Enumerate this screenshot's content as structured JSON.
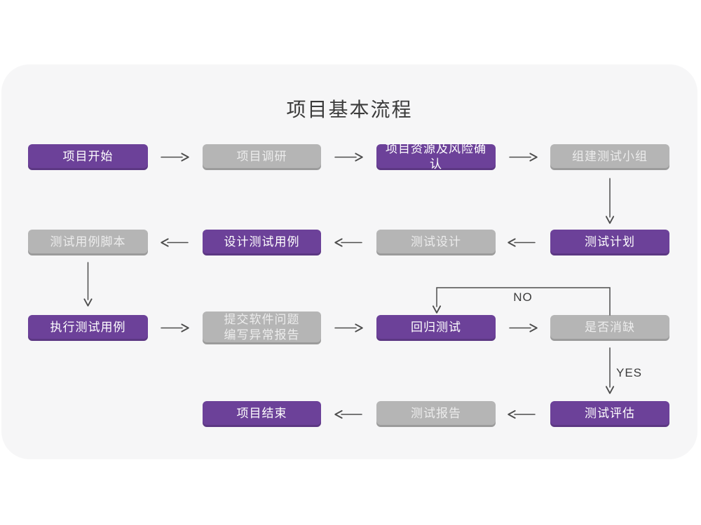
{
  "title": "项目基本流程",
  "edge_labels": {
    "no": "NO",
    "yes": "YES"
  },
  "colors": {
    "page_bg": "#FFFFFF",
    "card_bg": "#F6F6F7",
    "purple": "#6C4199",
    "gray": "#B5B5B5",
    "purple_text": "#FFFFFF",
    "gray_text": "#ECECEC",
    "arrow": "#4D4D4D",
    "title_text": "#3B3B3B"
  },
  "nodes": [
    {
      "id": "project-start",
      "label": "项目开始",
      "variant": "purple",
      "col": 0,
      "row": 0
    },
    {
      "id": "project-research",
      "label": "项目调研",
      "variant": "gray",
      "col": 1,
      "row": 0
    },
    {
      "id": "resources-risk-confirm",
      "label": "项目资源及风险确认",
      "variant": "purple",
      "col": 2,
      "row": 0
    },
    {
      "id": "build-test-team",
      "label": "组建测试小组",
      "variant": "gray",
      "col": 3,
      "row": 0
    },
    {
      "id": "test-case-script",
      "label": "测试用例脚本",
      "variant": "gray",
      "col": 0,
      "row": 1
    },
    {
      "id": "design-test-cases",
      "label": "设计测试用例",
      "variant": "purple",
      "col": 1,
      "row": 1
    },
    {
      "id": "test-design",
      "label": "测试设计",
      "variant": "gray",
      "col": 2,
      "row": 1
    },
    {
      "id": "test-plan",
      "label": "测试计划",
      "variant": "purple",
      "col": 3,
      "row": 1
    },
    {
      "id": "execute-test-cases",
      "label": "执行测试用例",
      "variant": "purple",
      "col": 0,
      "row": 2
    },
    {
      "id": "submit-issue-report",
      "label": "提交软件问题\n编写异常报告",
      "variant": "gray",
      "col": 1,
      "row": 2
    },
    {
      "id": "regression-test",
      "label": "回归测试",
      "variant": "purple",
      "col": 2,
      "row": 2
    },
    {
      "id": "defect-resolved",
      "label": "是否消缺",
      "variant": "gray",
      "col": 3,
      "row": 2
    },
    {
      "id": "project-end",
      "label": "项目结束",
      "variant": "purple",
      "col": 1,
      "row": 3
    },
    {
      "id": "test-report",
      "label": "测试报告",
      "variant": "gray",
      "col": 2,
      "row": 3
    },
    {
      "id": "test-evaluation",
      "label": "测试评估",
      "variant": "purple",
      "col": 3,
      "row": 3
    }
  ]
}
